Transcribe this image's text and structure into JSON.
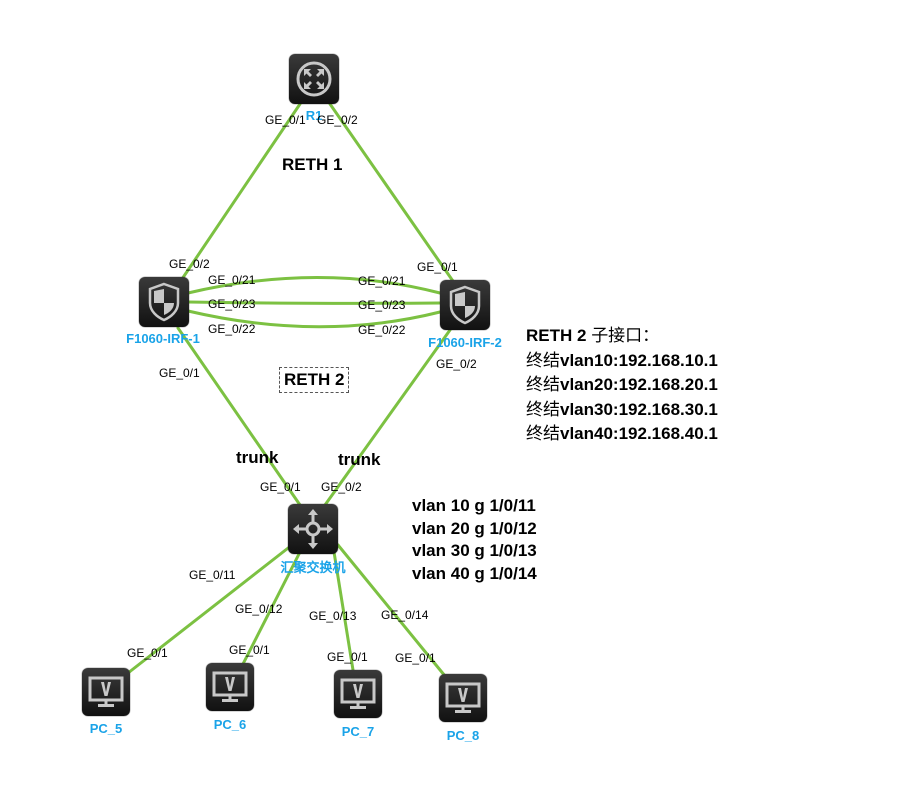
{
  "link_color": "#7cc142",
  "label_color": "#1aa3e8",
  "nodes": {
    "r1": {
      "label": "R1",
      "icon": "router-icon"
    },
    "fw1": {
      "label": "F1060-IRF-1",
      "icon": "firewall-shield-icon"
    },
    "fw2": {
      "label": "F1060-IRF-2",
      "icon": "firewall-shield-icon"
    },
    "sw": {
      "label": "汇聚交换机",
      "icon": "switch-arrows-icon"
    },
    "pc5": {
      "label": "PC_5",
      "icon": "monitor-icon"
    },
    "pc6": {
      "label": "PC_6",
      "icon": "monitor-icon"
    },
    "pc7": {
      "label": "PC_7",
      "icon": "monitor-icon"
    },
    "pc8": {
      "label": "PC_8",
      "icon": "monitor-icon"
    }
  },
  "ports": {
    "r1_ge01": "GE_0/1",
    "r1_ge02": "GE_0/2",
    "fw1_ge02": "GE_0/2",
    "fw1_ge021": "GE_0/21",
    "fw1_ge023": "GE_0/23",
    "fw1_ge022": "GE_0/22",
    "fw1_ge01": "GE_0/1",
    "fw2_ge01": "GE_0/1",
    "fw2_ge021": "GE_0/21",
    "fw2_ge023": "GE_0/23",
    "fw2_ge022": "GE_0/22",
    "fw2_ge02": "GE_0/2",
    "sw_ge01": "GE_0/1",
    "sw_ge02": "GE_0/2",
    "sw_ge011": "GE_0/11",
    "sw_ge012": "GE_0/12",
    "sw_ge013": "GE_0/13",
    "sw_ge014": "GE_0/14",
    "pc5_ge01": "GE_0/1",
    "pc6_ge01": "GE_0/1",
    "pc7_ge01": "GE_0/1",
    "pc8_ge01": "GE_0/1"
  },
  "annotations": {
    "reth1": "RETH 1",
    "reth2": "RETH 2",
    "trunk_left": "trunk",
    "trunk_right": "trunk"
  },
  "reth2_info": {
    "title_en": "RETH 2 ",
    "title_cn": "子接口：",
    "lines": [
      {
        "prefix": "终结",
        "text": "vlan10:192.168.10.1"
      },
      {
        "prefix": "终结",
        "text": "vlan20:192.168.20.1"
      },
      {
        "prefix": "终结",
        "text": "vlan30:192.168.30.1"
      },
      {
        "prefix": "终结",
        "text": "vlan40:192.168.40.1"
      }
    ]
  },
  "vlan_info": [
    "vlan 10 g 1/0/11",
    "vlan 20 g 1/0/12",
    "vlan 30 g 1/0/13",
    "vlan 40 g 1/0/14"
  ]
}
